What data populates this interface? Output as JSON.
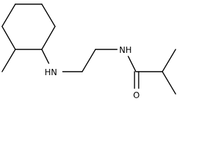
{
  "diagram": {
    "atom_labels": {
      "amine_nh": "HN",
      "amide_nh": "NH",
      "carbonyl_o": "O"
    },
    "colors": {
      "bond": "#000000",
      "label": "#000000",
      "background": "#ffffff"
    }
  }
}
